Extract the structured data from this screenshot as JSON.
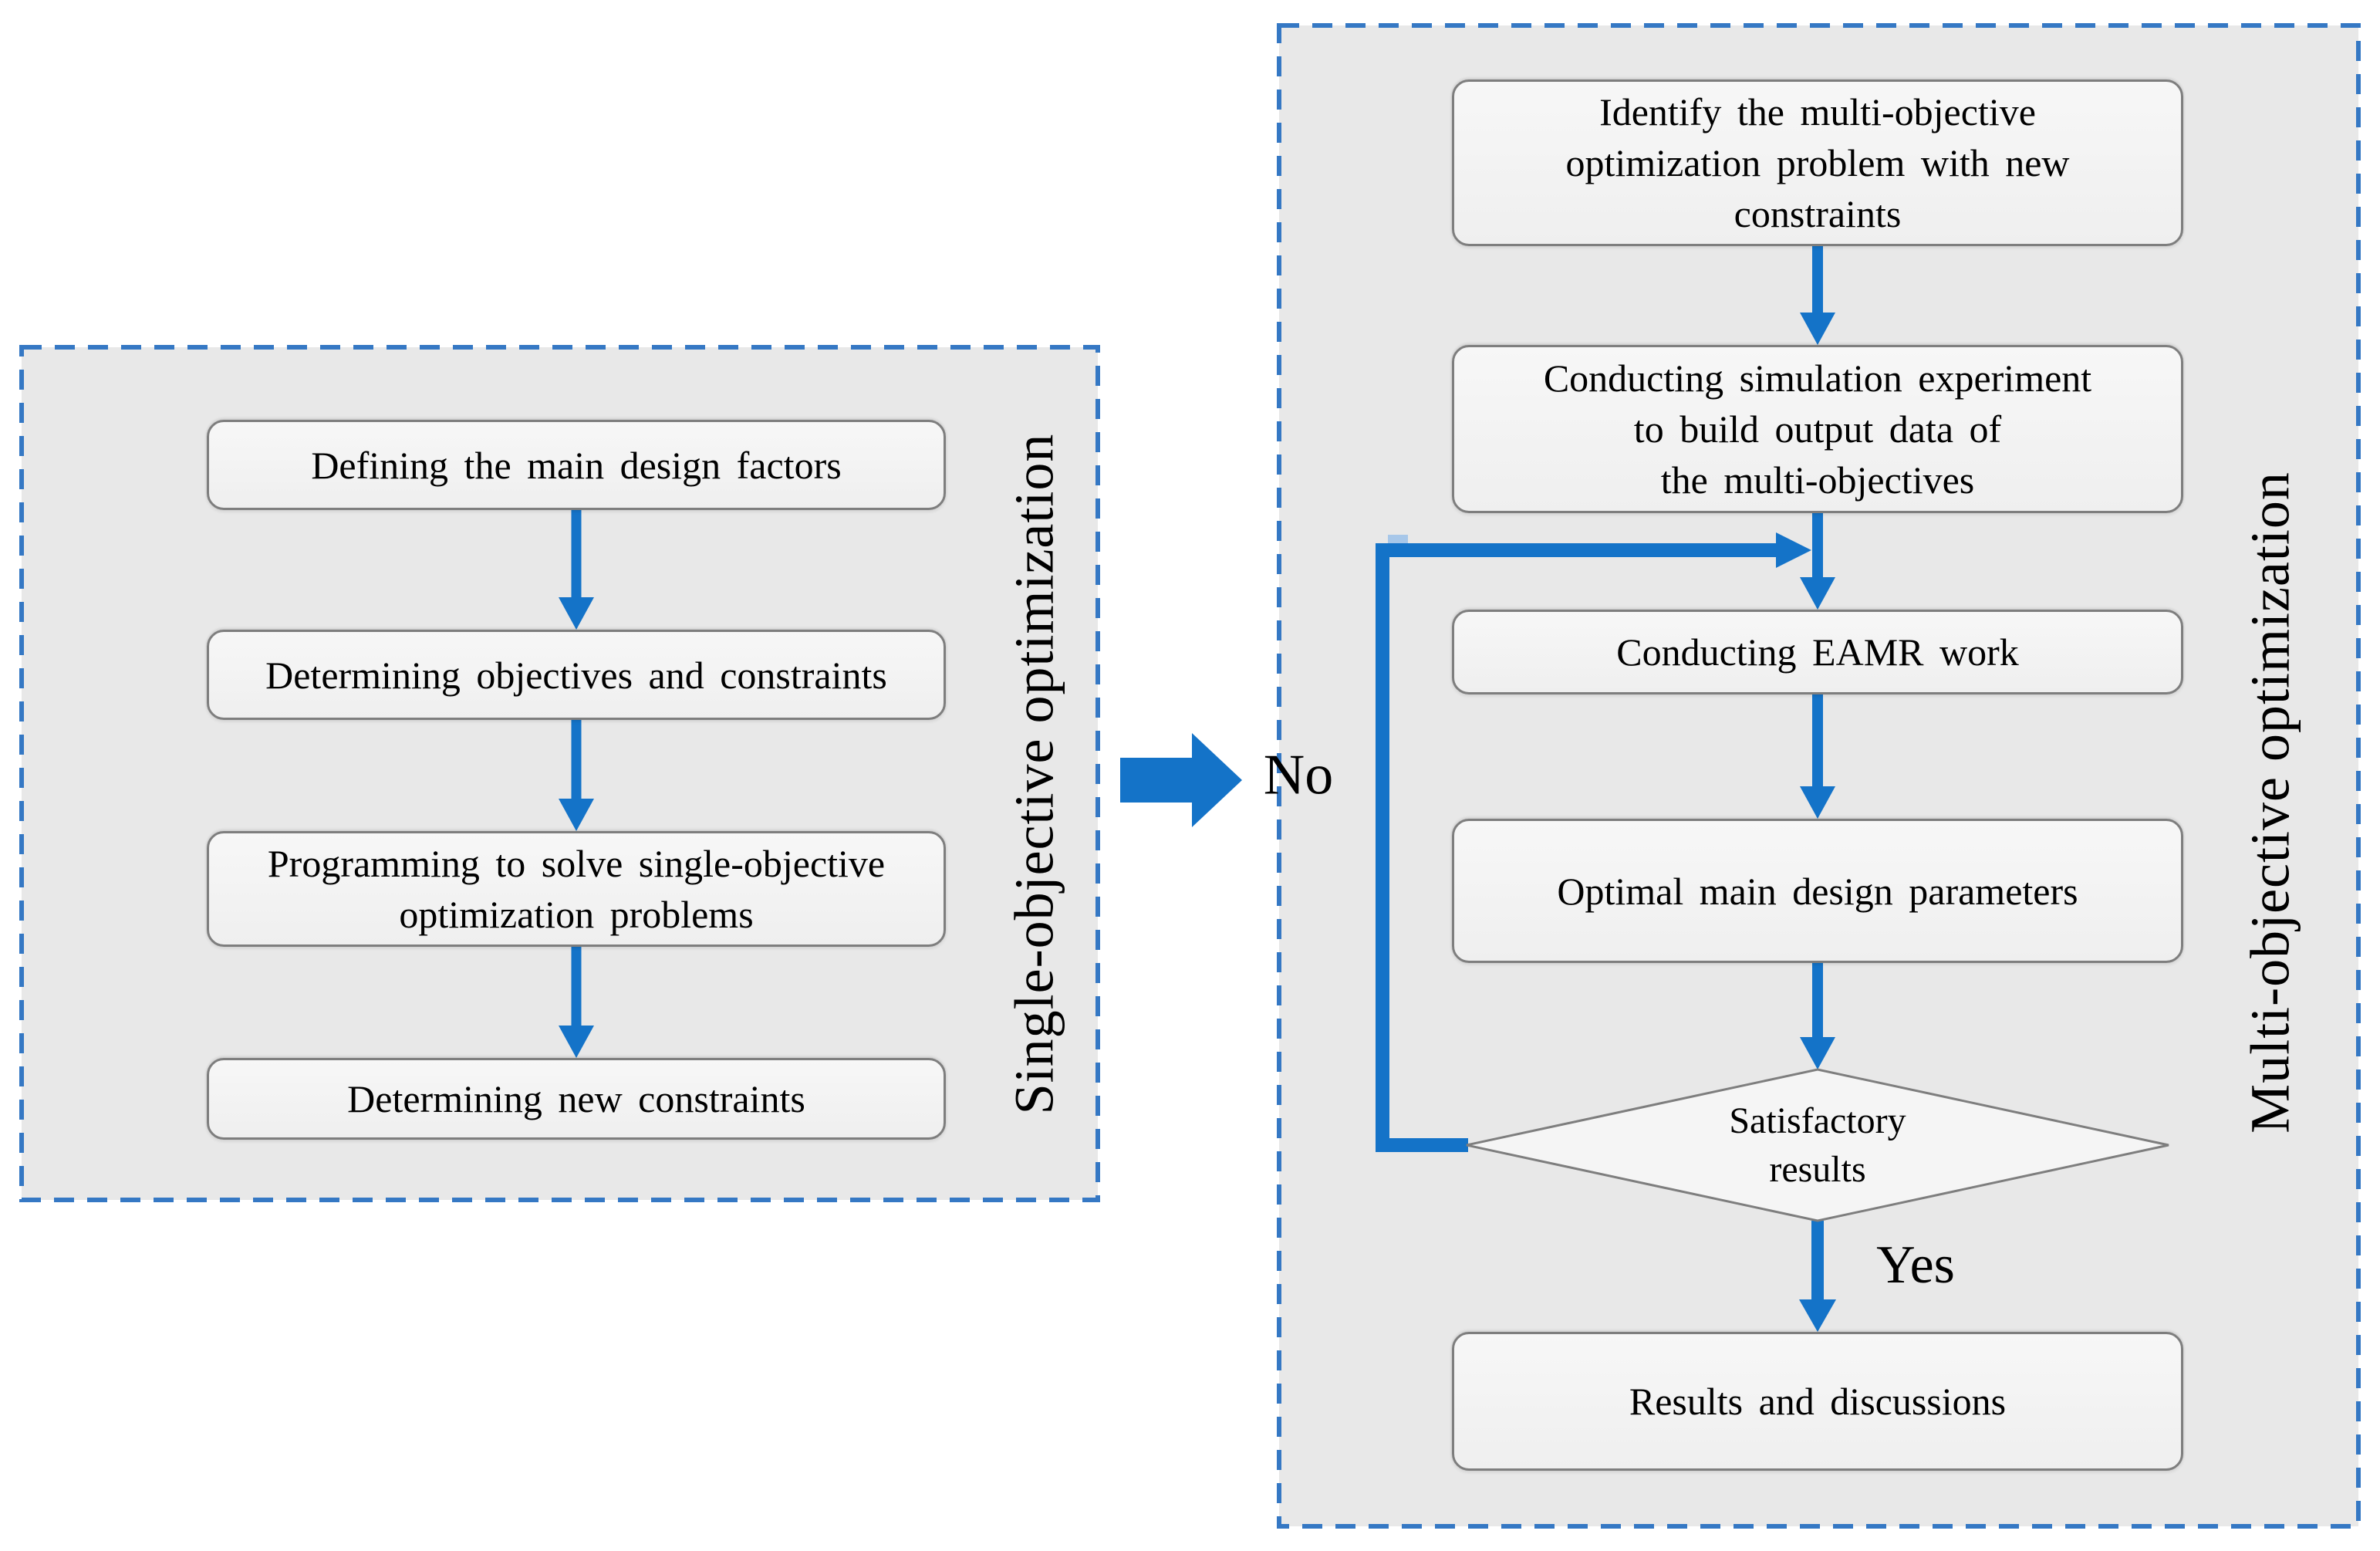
{
  "figure": {
    "type": "flowchart",
    "description": "Two-stage optimization procedure flowchart"
  },
  "colors": {
    "arrow_blue": "#1473c8",
    "panel_border_blue": "#3578c4",
    "panel_background": "#e8e8e8",
    "node_background": "#f2f2f2",
    "node_border_gray": "#7e7e7e",
    "artifact_light_blue": "#a7c7e9"
  },
  "left_panel": {
    "title": "Single-objective optimization",
    "nodes": [
      {
        "id": "defining-factors",
        "label": "Defining the main design factors"
      },
      {
        "id": "determining-objectives",
        "label": "Determining objectives and constraints"
      },
      {
        "id": "programming-solve",
        "label": "Programming to solve single-objective\noptimization problems"
      },
      {
        "id": "determining-new-constraints",
        "label": "Determining new constraints"
      }
    ]
  },
  "right_panel": {
    "title": "Multi-objective optimization",
    "nodes": [
      {
        "id": "identify-problem",
        "label": "Identify the multi-objective\noptimization problem with new\nconstraints"
      },
      {
        "id": "conducting-simulation",
        "label": "Conducting simulation experiment\nto build output data of\nthe multi-objectives"
      },
      {
        "id": "conducting-eamr",
        "label": "Conducting EAMR work"
      },
      {
        "id": "optimal-parameters",
        "label": "Optimal main design parameters"
      },
      {
        "id": "results-discussions",
        "label": "Results and discussions"
      }
    ],
    "decision": {
      "id": "satisfactory-results",
      "label": "Satisfactory\nresults"
    },
    "branch_labels": {
      "no": "No",
      "yes": "Yes"
    }
  }
}
